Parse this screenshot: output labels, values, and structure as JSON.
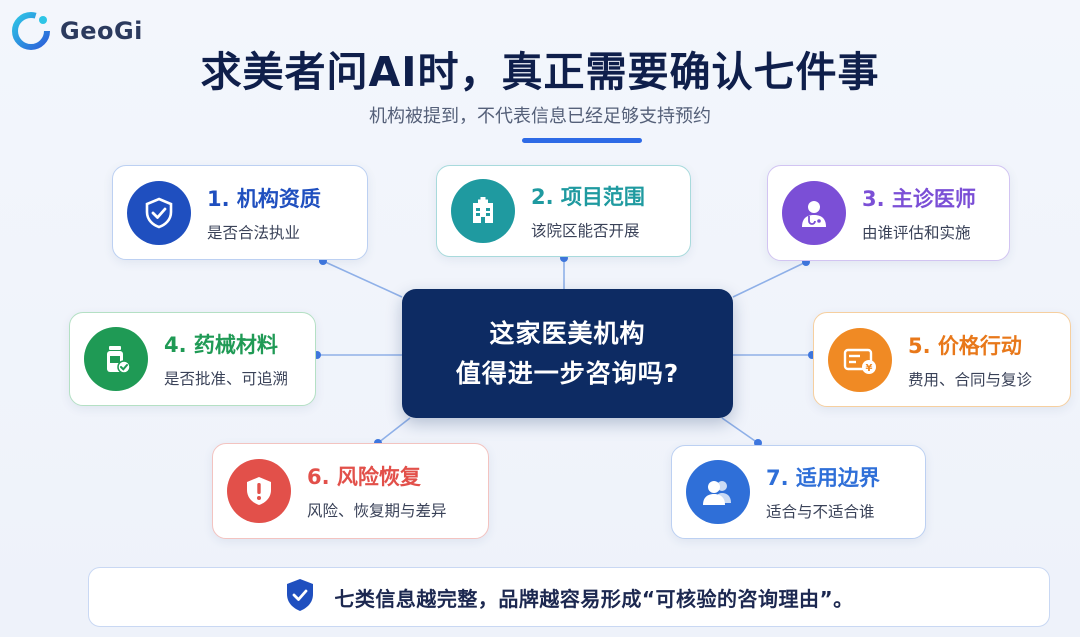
{
  "brand": {
    "name": "GeoGi"
  },
  "header": {
    "title": "求美者问AI时，真正需要确认七件事",
    "subtitle": "机构被提到，不代表信息已经足够支持预约"
  },
  "center": {
    "line1": "这家医美机构",
    "line2": "值得进一步咨询吗?"
  },
  "cards": [
    {
      "title": "1. 机构资质",
      "desc": "是否合法执业",
      "icon": "shield-check-icon",
      "color": "#1f4fbf"
    },
    {
      "title": "2. 项目范围",
      "desc": "该院区能否开展",
      "icon": "hospital-building-icon",
      "color": "#1f9aa0"
    },
    {
      "title": "3. 主诊医师",
      "desc": "由谁评估和实施",
      "icon": "doctor-icon",
      "color": "#7b4fd6"
    },
    {
      "title": "4. 药械材料",
      "desc": "是否批准、可追溯",
      "icon": "medicine-bottle-icon",
      "color": "#1f9a55"
    },
    {
      "title": "5. 价格行动",
      "desc": "费用、合同与复诊",
      "icon": "price-card-icon",
      "color": "#f08a24"
    },
    {
      "title": "6. 风险恢复",
      "desc": "风险、恢复期与差异",
      "icon": "warning-shield-icon",
      "color": "#e2504a"
    },
    {
      "title": "7. 适用边界",
      "desc": "适合与不适合谁",
      "icon": "users-icon",
      "color": "#2f6fd8"
    }
  ],
  "footer": {
    "text": "七类信息越完整，品牌越容易形成“可核验的咨询理由”。"
  }
}
